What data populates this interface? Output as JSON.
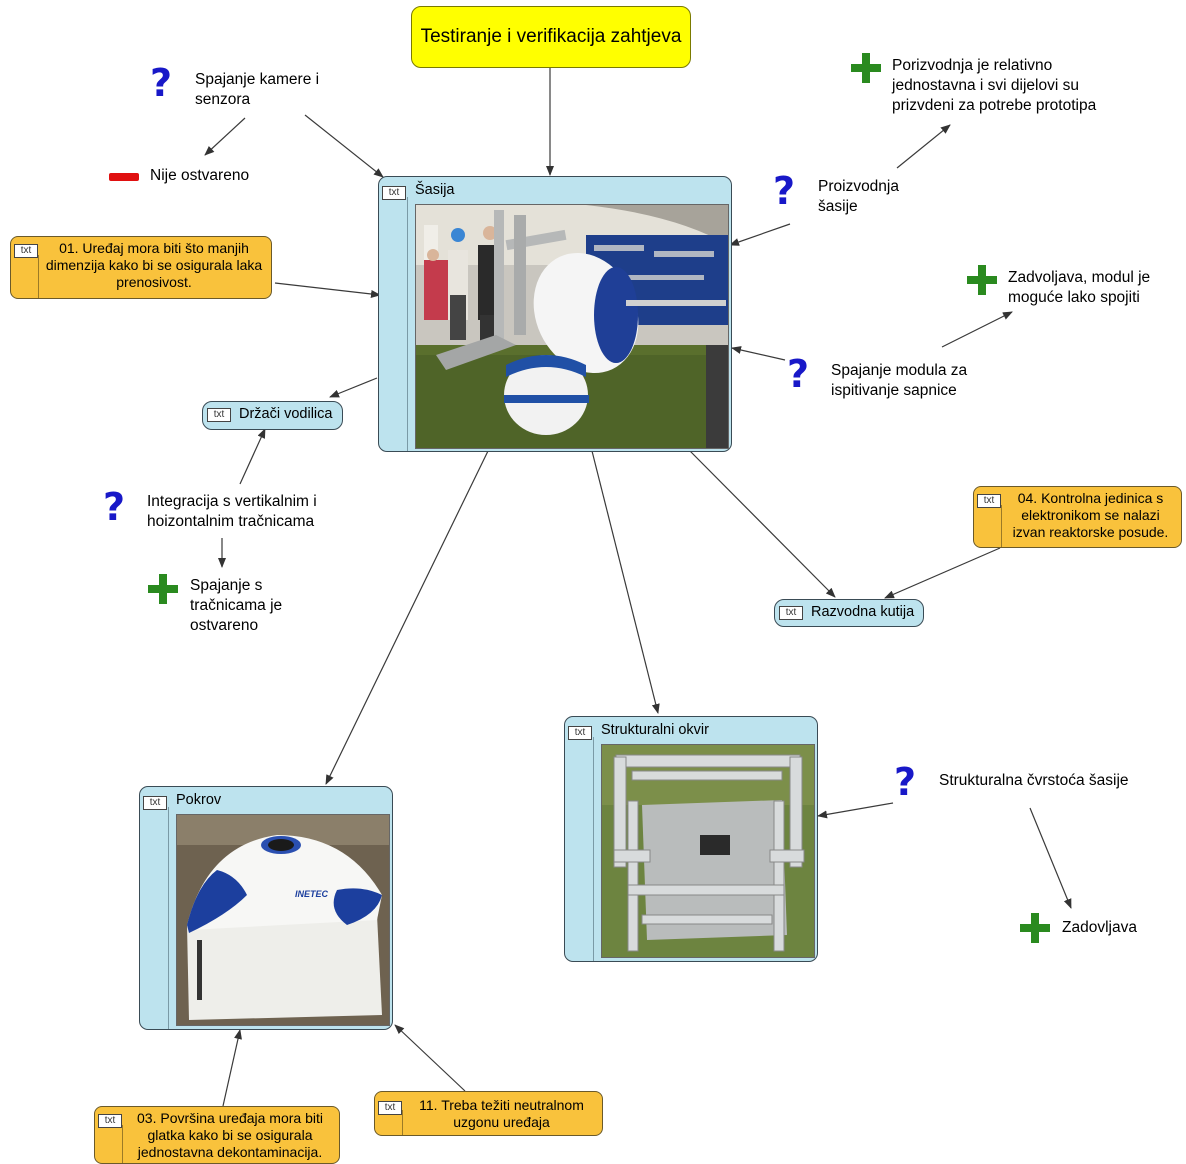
{
  "root": {
    "title": "Testiranje i verifikacija zahtjeva"
  },
  "tag_label": "txt",
  "frames": {
    "sasija": {
      "label": "Šasija"
    },
    "strukturalni_okvir": {
      "label": "Strukturalni okvir"
    },
    "pokrov": {
      "label": "Pokrov"
    }
  },
  "photo_text": {
    "inetec_logo": "INETEC"
  },
  "tags": {
    "drzaci": "Držači vodilica",
    "razvodna": "Razvodna kutija"
  },
  "notes": {
    "n01": "01. Uređaj mora biti što manjih dimenzija kako bi se osigurala laka prenosivost.",
    "n04": "04. Kontrolna jedinica s elektronikom se nalazi izvan reaktorske posude.",
    "n03": "03. Površina uređaja mora biti glatka kako bi se osigurala jednostavna dekontaminacija.",
    "n11": "11. Treba težiti neutralnom uzgonu uređaja"
  },
  "items": {
    "spajanje_kamere": "Spajanje kamere i senzora",
    "nije_ostvareno": "Nije ostvareno",
    "porizvodnja": "Porizvodnja je relativno jednostavna i svi dijelovi su prizvdeni za potrebe prototipa",
    "proizvodnja_sasije": "Proizvodnja šasije",
    "zadovoljava_modul": "Zadvoljava, modul je moguće lako spojiti",
    "spajanje_modula": "Spajanje modula za ispitivanje sapnice",
    "integracija": "Integracija s vertikalnim i hoizontalnim tračnicama",
    "spajanje_s": "Spajanje s tračnicama je ostvareno",
    "cvrstoca": "Strukturalna čvrstoća šasije",
    "zadovljava": "Zadovljava"
  },
  "icons": {
    "question": "?",
    "question_color": "#1818c8",
    "plus_color": "#2a8a1f",
    "minus_color": "#e01010"
  }
}
